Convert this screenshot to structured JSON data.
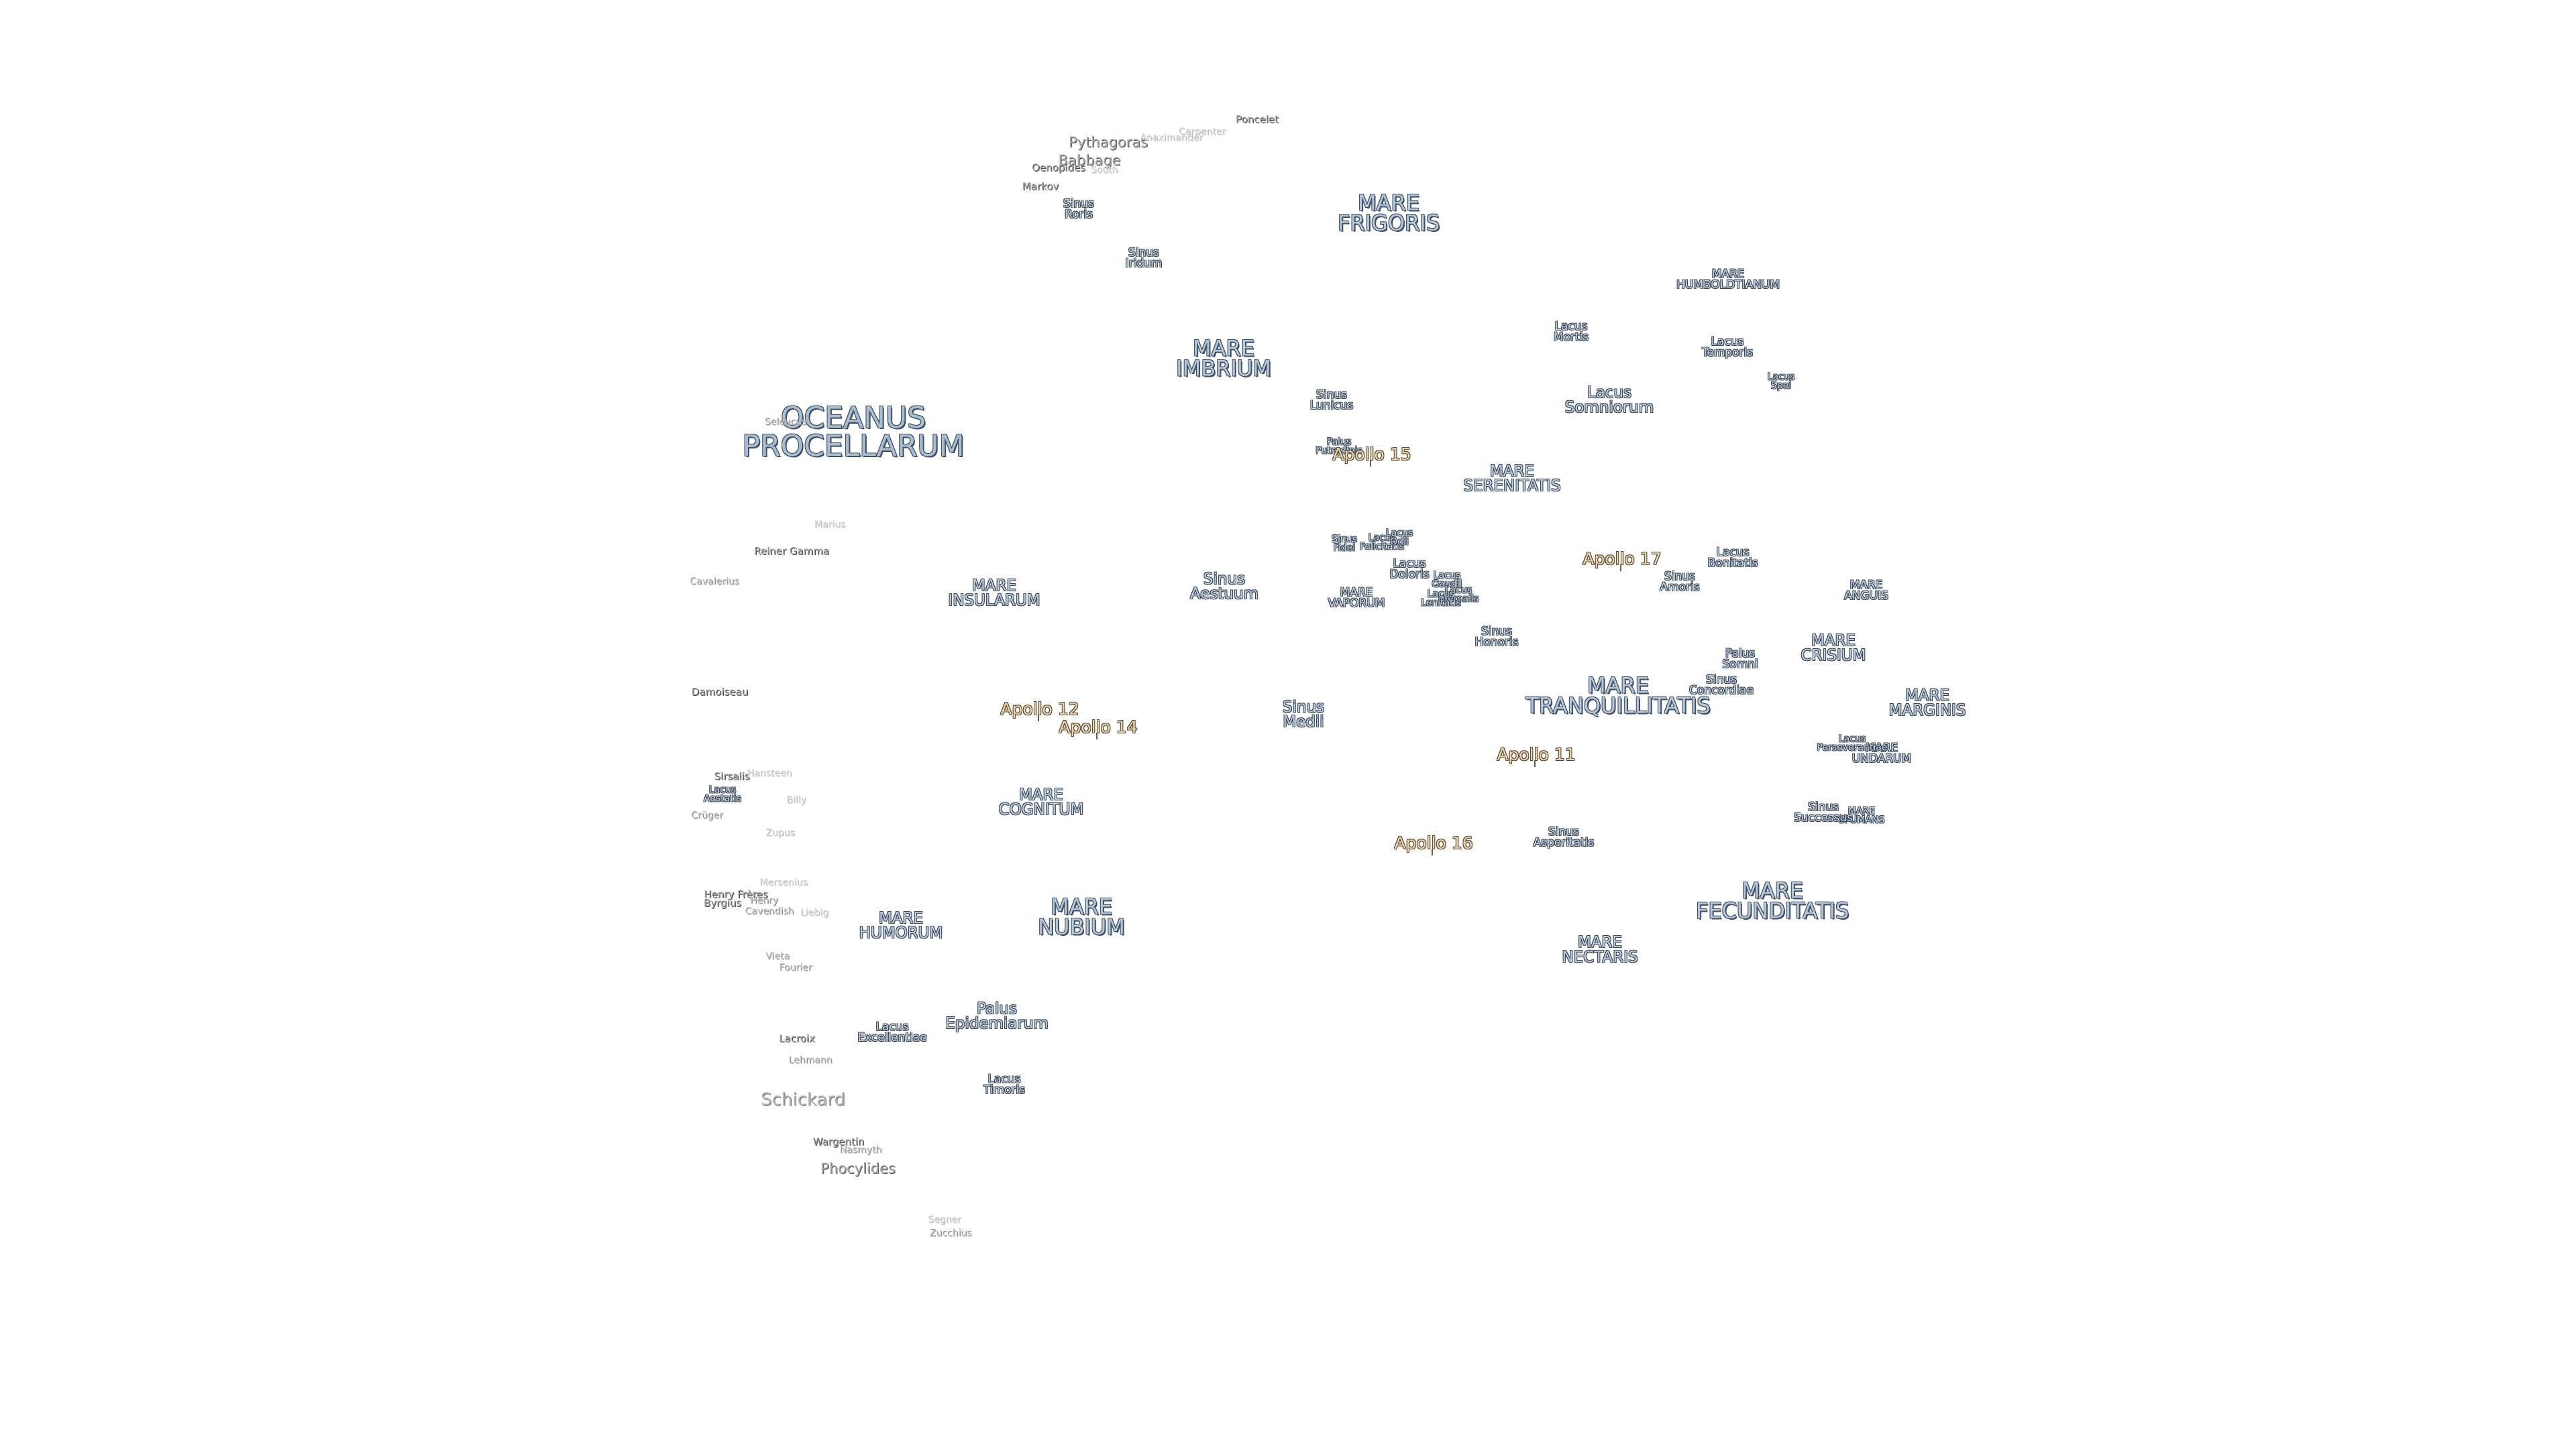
{
  "map": {
    "features": [
      {
        "id": "oceanus-procellarum",
        "text": "OCEANUS\nPROCELLARUM",
        "kind": "mare-xl"
      },
      {
        "id": "mare-frigoris",
        "text": "MARE\nFRIGORIS",
        "kind": "mare-l"
      },
      {
        "id": "mare-imbrium",
        "text": "MARE\nIMBRIUM",
        "kind": "mare-l"
      },
      {
        "id": "mare-insularum",
        "text": "MARE\nINSULARUM",
        "kind": "mare-m"
      },
      {
        "id": "mare-serenitatis",
        "text": "MARE\nSERENITATIS",
        "kind": "mare-m"
      },
      {
        "id": "mare-tranquillitatis",
        "text": "MARE\nTRANQUILLITATIS",
        "kind": "mare-l"
      },
      {
        "id": "mare-crisium",
        "text": "MARE\nCRISIUM",
        "kind": "mare-m"
      },
      {
        "id": "mare-fecunditatis",
        "text": "MARE\nFECUNDITATIS",
        "kind": "mare-l"
      },
      {
        "id": "mare-nectaris",
        "text": "MARE\nNECTARIS",
        "kind": "mare-m"
      },
      {
        "id": "mare-nubium",
        "text": "MARE\nNUBIUM",
        "kind": "mare-l"
      },
      {
        "id": "mare-humorum",
        "text": "MARE\nHUMORUM",
        "kind": "mare-m"
      },
      {
        "id": "mare-cognitum",
        "text": "MARE\nCOGNITUM",
        "kind": "mare-m"
      },
      {
        "id": "mare-vaporum",
        "text": "MARE\nVAPORUM",
        "kind": "mare-s"
      },
      {
        "id": "mare-humboldtianum",
        "text": "MARE\nHUMBOLDTIANUM",
        "kind": "mare-s"
      },
      {
        "id": "mare-anguis",
        "text": "MARE\nANGUIS",
        "kind": "mare-s"
      },
      {
        "id": "mare-marginis",
        "text": "MARE\nMARGINIS",
        "kind": "mare-m"
      },
      {
        "id": "mare-undarum",
        "text": "MARE\nUNDARUM",
        "kind": "mare-s"
      },
      {
        "id": "mare-spumans",
        "text": "MARE\nSPUMANS",
        "kind": "mare-xs"
      },
      {
        "id": "sinus-iridum",
        "text": "Sinus\nIridum",
        "kind": "mare-s"
      },
      {
        "id": "sinus-roris",
        "text": "Sinus\nRoris",
        "kind": "mare-s"
      },
      {
        "id": "sinus-lunicus",
        "text": "Sinus\nLunicus",
        "kind": "mare-s"
      },
      {
        "id": "sinus-aestuum",
        "text": "Sinus\nAestuum",
        "kind": "mare-m"
      },
      {
        "id": "sinus-medii",
        "text": "Sinus\nMedii",
        "kind": "mare-m"
      },
      {
        "id": "sinus-amoris",
        "text": "Sinus\nAmoris",
        "kind": "mare-s"
      },
      {
        "id": "sinus-honoris",
        "text": "Sinus\nHonoris",
        "kind": "mare-s"
      },
      {
        "id": "sinus-concordiae",
        "text": "Sinus\nConcordiae",
        "kind": "mare-s"
      },
      {
        "id": "sinus-asperitatis",
        "text": "Sinus\nAsperitatis",
        "kind": "mare-s"
      },
      {
        "id": "sinus-successus",
        "text": "Sinus\nSuccessus",
        "kind": "mare-s"
      },
      {
        "id": "sinus-fidei",
        "text": "Sinus\nFidei",
        "kind": "mare-xs"
      },
      {
        "id": "lacus-mortis",
        "text": "Lacus\nMortis",
        "kind": "mare-s"
      },
      {
        "id": "lacus-temporis",
        "text": "Lacus\nTemporis",
        "kind": "mare-s"
      },
      {
        "id": "lacus-spei",
        "text": "Lacus\nSpei",
        "kind": "mare-xs"
      },
      {
        "id": "lacus-somniorum",
        "text": "Lacus\nSomniorum",
        "kind": "mare-m"
      },
      {
        "id": "lacus-bonitatis",
        "text": "Lacus\nBonitatis",
        "kind": "mare-s"
      },
      {
        "id": "lacus-doloris",
        "text": "Lacus\nDoloris",
        "kind": "mare-s"
      },
      {
        "id": "lacus-felicitatis",
        "text": "Lacus\nFelicitatis",
        "kind": "mare-xs"
      },
      {
        "id": "lacus-odii",
        "text": "Lacus\nOdii",
        "kind": "mare-xs"
      },
      {
        "id": "lacus-gaudii",
        "text": "Lacus\nGaudii",
        "kind": "mare-xs"
      },
      {
        "id": "lacus-hiemalis",
        "text": "Lacus\nHiemalis",
        "kind": "mare-xs"
      },
      {
        "id": "lacus-lenitatis",
        "text": "Lacus\nLenitatis",
        "kind": "mare-xs"
      },
      {
        "id": "lacus-perseverantiae",
        "text": "Lacus\nPerseverantiae",
        "kind": "mare-xs"
      },
      {
        "id": "lacus-excellentiae",
        "text": "Lacus\nExcellentiae",
        "kind": "mare-s"
      },
      {
        "id": "lacus-timoris",
        "text": "Lacus\nTimoris",
        "kind": "mare-s"
      },
      {
        "id": "lacus-aestatis",
        "text": "Lacus\nAestatis",
        "kind": "mare-xs"
      },
      {
        "id": "palus-putredinis",
        "text": "Palus\nPutredinis",
        "kind": "mare-xs"
      },
      {
        "id": "palus-somni",
        "text": "Palus\nSomni",
        "kind": "mare-s"
      },
      {
        "id": "palus-epidemiarum",
        "text": "Palus\nEpidemiarum",
        "kind": "mare-m"
      }
    ],
    "craters": [
      {
        "id": "pythagoras",
        "text": "Pythagoras",
        "kind": "crater-m"
      },
      {
        "id": "babbage",
        "text": "Babbage",
        "kind": "crater-m"
      },
      {
        "id": "oenopides",
        "text": "Oenopides",
        "kind": "crater-s"
      },
      {
        "id": "south",
        "text": "South",
        "kind": "crater-faint"
      },
      {
        "id": "markov",
        "text": "Markov",
        "kind": "crater-s"
      },
      {
        "id": "anaximander",
        "text": "Anaximander",
        "kind": "crater-faint"
      },
      {
        "id": "carpenter",
        "text": "Carpenter",
        "kind": "crater-faint"
      },
      {
        "id": "poncelet",
        "text": "Poncelet",
        "kind": "crater-s"
      },
      {
        "id": "seleucus",
        "text": "Seleucus",
        "kind": "crater-xs"
      },
      {
        "id": "marius",
        "text": "Marius",
        "kind": "crater-faint"
      },
      {
        "id": "reiner-gamma",
        "text": "Reiner Gamma",
        "kind": "crater-s"
      },
      {
        "id": "cavalerius",
        "text": "Cavalerius",
        "kind": "crater-xs"
      },
      {
        "id": "damoiseau",
        "text": "Damoiseau",
        "kind": "crater-s"
      },
      {
        "id": "sirsalis",
        "text": "Sirsalis",
        "kind": "crater-s"
      },
      {
        "id": "hansteen",
        "text": "Hansteen",
        "kind": "crater-faint"
      },
      {
        "id": "billy",
        "text": "Billy",
        "kind": "crater-faint"
      },
      {
        "id": "cruger",
        "text": "Crüger",
        "kind": "crater-xs"
      },
      {
        "id": "zupus",
        "text": "Zupus",
        "kind": "crater-faint"
      },
      {
        "id": "mersenius",
        "text": "Mersenius",
        "kind": "crater-faint"
      },
      {
        "id": "henry-freres",
        "text": "Henry Frères",
        "kind": "crater-s"
      },
      {
        "id": "byrgius",
        "text": "Byrgius",
        "kind": "crater-s"
      },
      {
        "id": "henry",
        "text": "Henry",
        "kind": "crater-xs"
      },
      {
        "id": "cavendish",
        "text": "Cavendish",
        "kind": "crater-xs"
      },
      {
        "id": "liebig",
        "text": "Liebig",
        "kind": "crater-faint"
      },
      {
        "id": "vieta",
        "text": "Vieta",
        "kind": "crater-xs"
      },
      {
        "id": "fourier",
        "text": "Fourier",
        "kind": "crater-xs"
      },
      {
        "id": "lacroix",
        "text": "Lacroix",
        "kind": "crater-s"
      },
      {
        "id": "lehmann",
        "text": "Lehmann",
        "kind": "crater-xs"
      },
      {
        "id": "schickard",
        "text": "Schickard",
        "kind": "crater-l"
      },
      {
        "id": "wargentin",
        "text": "Wargentin",
        "kind": "crater-s"
      },
      {
        "id": "nasmyth",
        "text": "Nasmyth",
        "kind": "crater-xs"
      },
      {
        "id": "phocylides",
        "text": "Phocylides",
        "kind": "crater-m"
      },
      {
        "id": "segner",
        "text": "Segner",
        "kind": "crater-faint"
      },
      {
        "id": "zucchius",
        "text": "Zucchius",
        "kind": "crater-xs"
      }
    ],
    "apollo_sites": [
      {
        "id": "apollo-11",
        "text": "Apollo 11"
      },
      {
        "id": "apollo-12",
        "text": "Apollo 12"
      },
      {
        "id": "apollo-14",
        "text": "Apollo 14"
      },
      {
        "id": "apollo-15",
        "text": "Apollo 15"
      },
      {
        "id": "apollo-16",
        "text": "Apollo 16"
      },
      {
        "id": "apollo-17",
        "text": "Apollo 17"
      }
    ]
  }
}
